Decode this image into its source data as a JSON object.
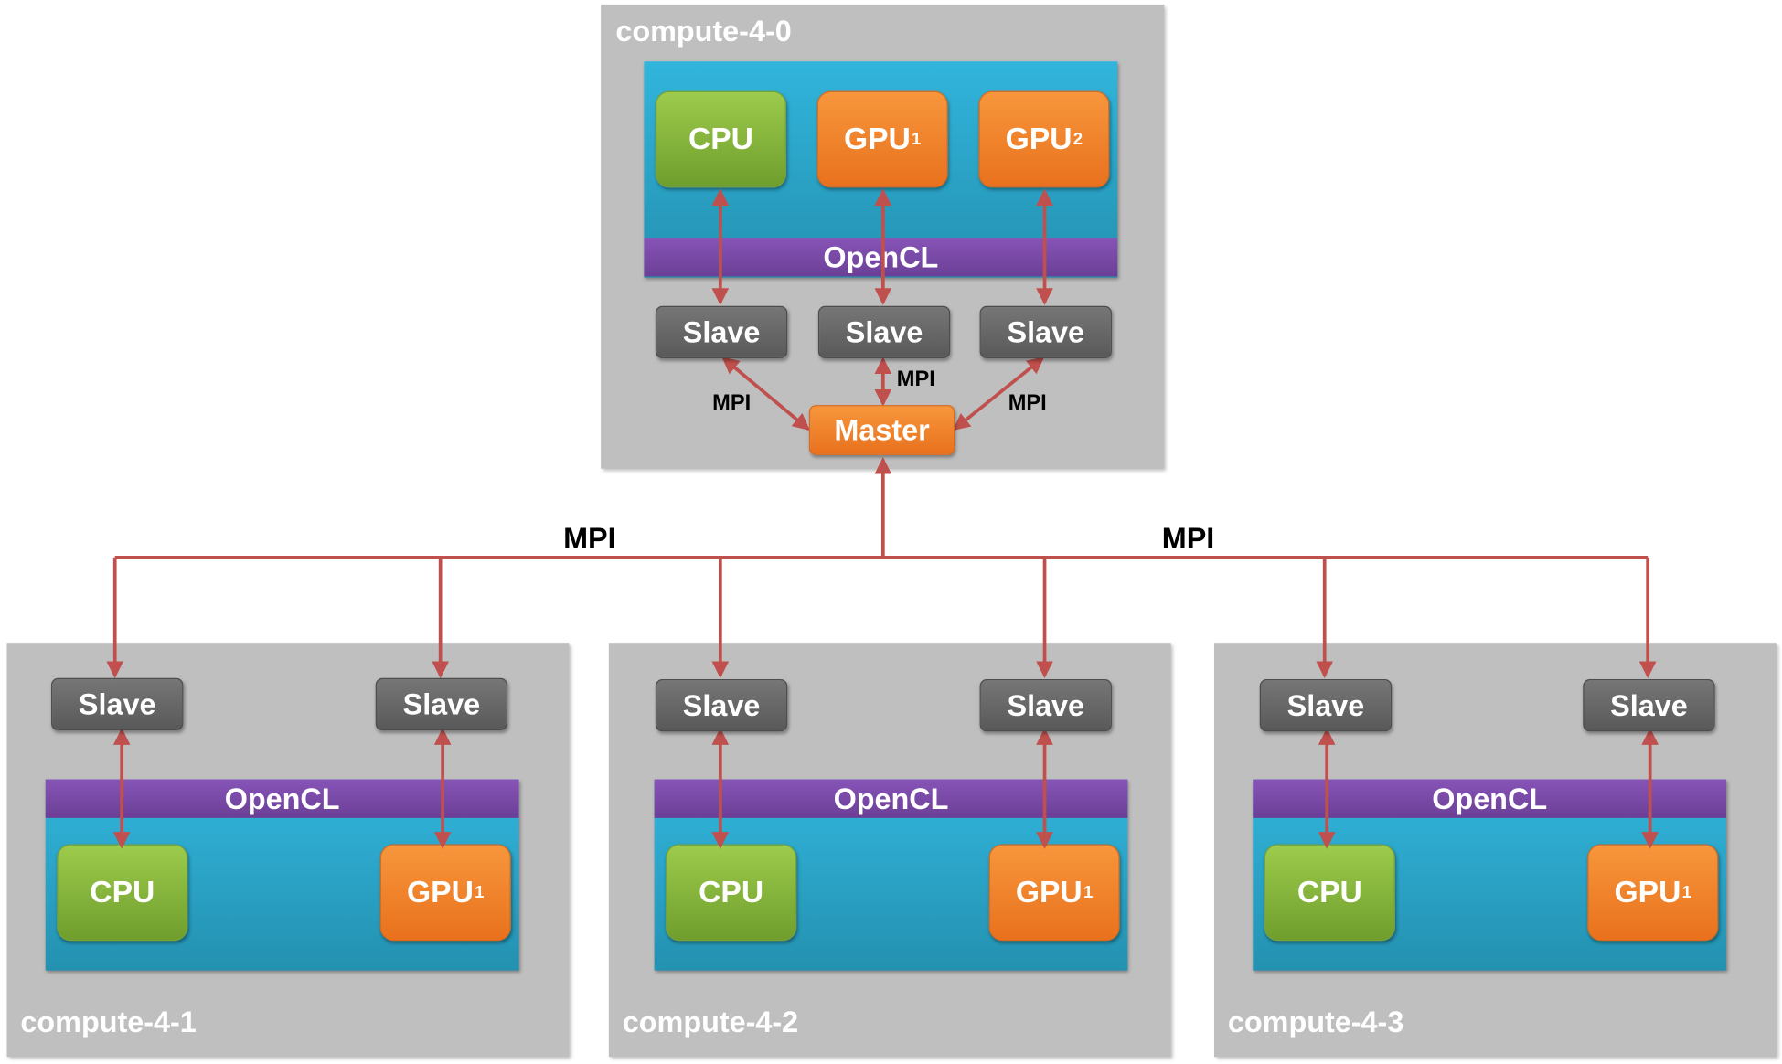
{
  "master_node": {
    "title": "compute-4-0",
    "devices": {
      "cpu": "CPU",
      "gpu1": {
        "base": "GPU",
        "sub": "1"
      },
      "gpu2": {
        "base": "GPU",
        "sub": "2"
      }
    },
    "opencl_label": "OpenCL",
    "slave_label": "Slave",
    "master_label": "Master",
    "mpi_label": "MPI"
  },
  "worker_nodes": [
    {
      "title": "compute-4-1",
      "cpu": "CPU",
      "gpu": {
        "base": "GPU",
        "sub": "1"
      },
      "opencl_label": "OpenCL",
      "slave_label": "Slave"
    },
    {
      "title": "compute-4-2",
      "cpu": "CPU",
      "gpu": {
        "base": "GPU",
        "sub": "1"
      },
      "opencl_label": "OpenCL",
      "slave_label": "Slave"
    },
    {
      "title": "compute-4-3",
      "cpu": "CPU",
      "gpu": {
        "base": "GPU",
        "sub": "1"
      },
      "opencl_label": "OpenCL",
      "slave_label": "Slave"
    }
  ],
  "interconnect": {
    "mpi_label": "MPI"
  },
  "colors": {
    "node_background": "#bfbfbf",
    "device_panel": "#2ba6cb",
    "opencl_bar": "#7a4aa8",
    "cpu": "#8ab83e",
    "gpu": "#f08228",
    "slave": "#666666",
    "master": "#f08228",
    "arrow": "#c0504d"
  }
}
